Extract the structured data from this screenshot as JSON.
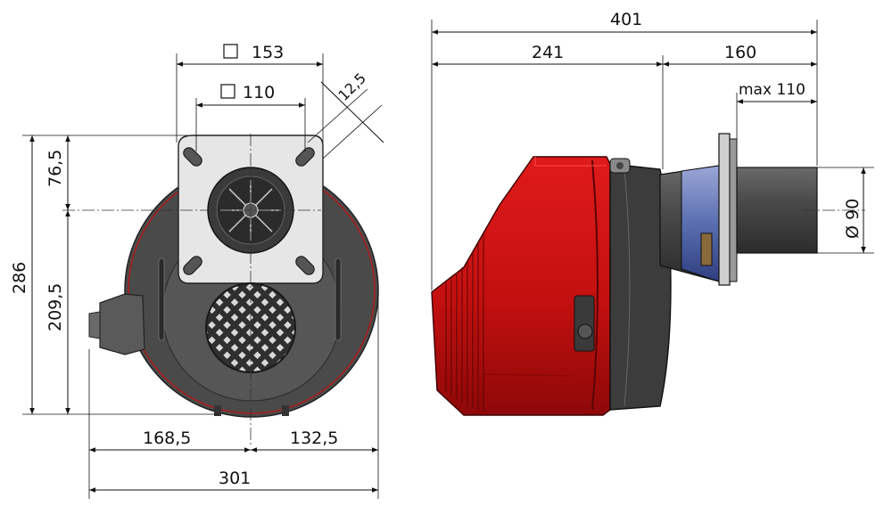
{
  "front_view": {
    "flange_outer": {
      "label": "153",
      "symbol": "square"
    },
    "flange_inner": {
      "label": "110",
      "symbol": "square"
    },
    "slot_angle": "12,5",
    "height_total": "286",
    "height_top": "76,5",
    "height_bottom": "209,5",
    "width_left": "168,5",
    "width_right": "132,5",
    "width_total": "301"
  },
  "side_view": {
    "length_total": "401",
    "length_body": "241",
    "length_head": "160",
    "max_insertion": "max 110",
    "tube_diameter": "Ø 90"
  },
  "colors": {
    "housing_red": "#c41010",
    "housing_dark": "#6a0606",
    "motor_gray": "#4a4a4a",
    "plate_gray": "#e6e6e6",
    "flange_blue": "#5a6fb0"
  }
}
